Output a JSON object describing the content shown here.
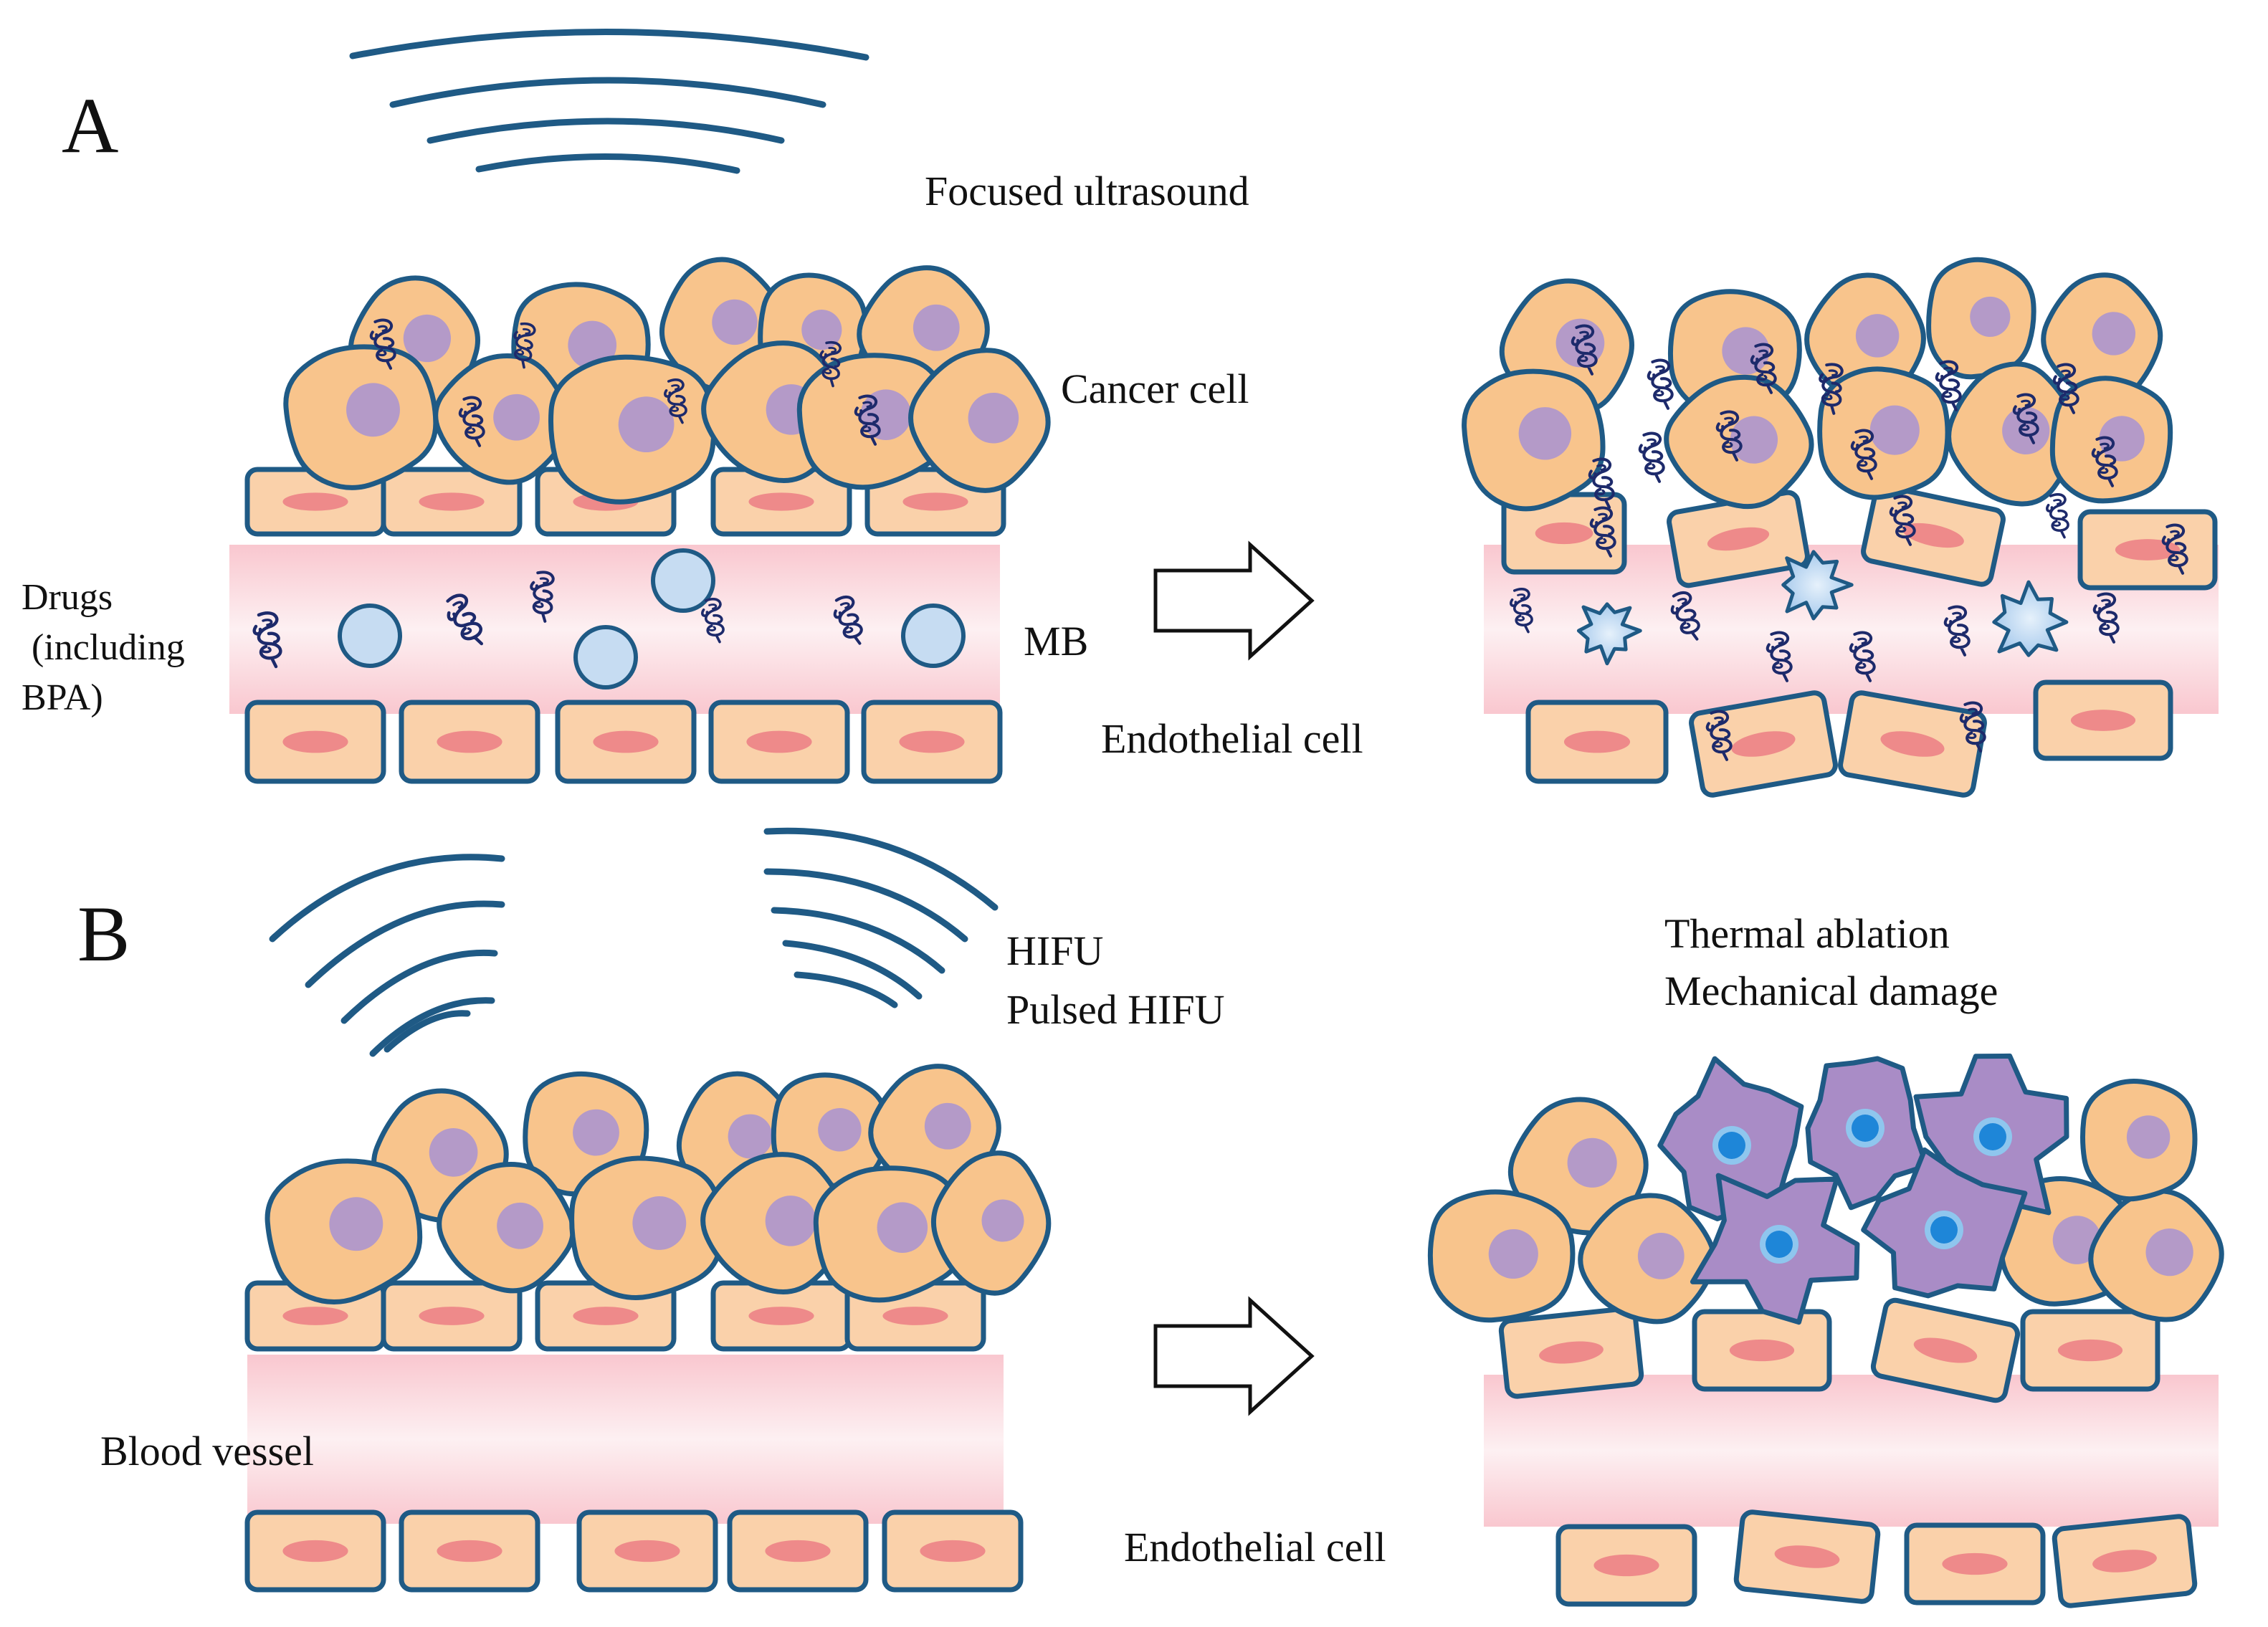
{
  "panels": {
    "A": {
      "letter": "A",
      "ultrasound_label": "Focused ultrasound",
      "cancer_label": "Cancer cell",
      "drugs_label": [
        "Drugs",
        "(including",
        "BPA)"
      ],
      "mb_label": "MB",
      "endothelial_label": "Endothelial  cell"
    },
    "B": {
      "letter": "B",
      "hifu_label": "HIFU",
      "pulsed_label": "Pulsed HIFU",
      "effect_label_1": "Thermal ablation",
      "effect_label_2": "Mechanical damage",
      "vessel_label": "Blood vessel",
      "endothelial_label": "Endothelial cell"
    }
  },
  "colors": {
    "cell_fill": "#f8c48c",
    "cell_stroke": "#1f5a85",
    "nucleus": "#b49ac8",
    "endo_fill": "#fad1aa",
    "endo_nucleus": "#ee8a8a",
    "vessel_edge": "#f9c9d0",
    "vessel_mid": "#fdeef0",
    "bubble": "#c6dcf2",
    "drug": "#1d2a6b",
    "damaged_cell": "#a98cc6",
    "damaged_nucleus": "#1e86d8",
    "wave": "#1f5a85"
  },
  "icons": [
    "ultrasound-wave-icon",
    "drug-molecule-icon",
    "microbubble-icon",
    "arrow-right-icon"
  ]
}
